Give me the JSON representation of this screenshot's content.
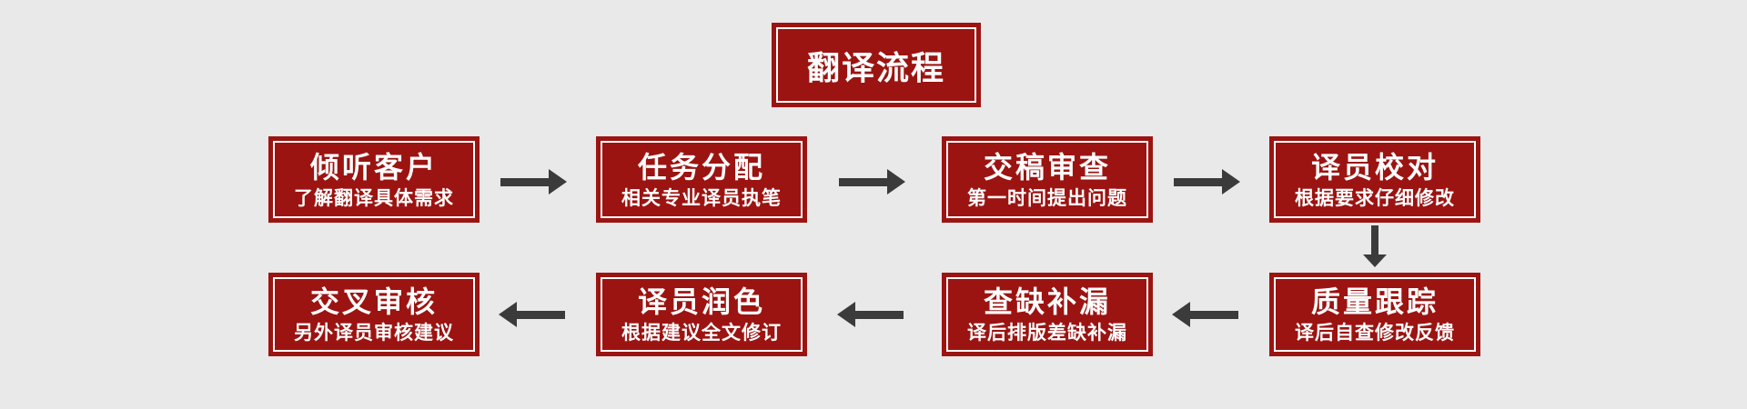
{
  "title": "翻译流程",
  "steps": [
    {
      "title": "倾听客户",
      "subtitle": "了解翻译具体需求"
    },
    {
      "title": "任务分配",
      "subtitle": "相关专业译员执笔"
    },
    {
      "title": "交稿审查",
      "subtitle": "第一时间提出问题"
    },
    {
      "title": "译员校对",
      "subtitle": "根据要求仔细修改"
    },
    {
      "title": "质量跟踪",
      "subtitle": "译后自查修改反馈"
    },
    {
      "title": "查缺补漏",
      "subtitle": "译后排版差缺补漏"
    },
    {
      "title": "译员润色",
      "subtitle": "根据建议全文修订"
    },
    {
      "title": "交叉审核",
      "subtitle": "另外译员审核建议"
    }
  ],
  "colors": {
    "background": "#e9e9e9",
    "box_red": "#9b1412",
    "box_inner_border": "#ffffff",
    "text": "#ffffff",
    "arrow": "#3b3b3b"
  }
}
